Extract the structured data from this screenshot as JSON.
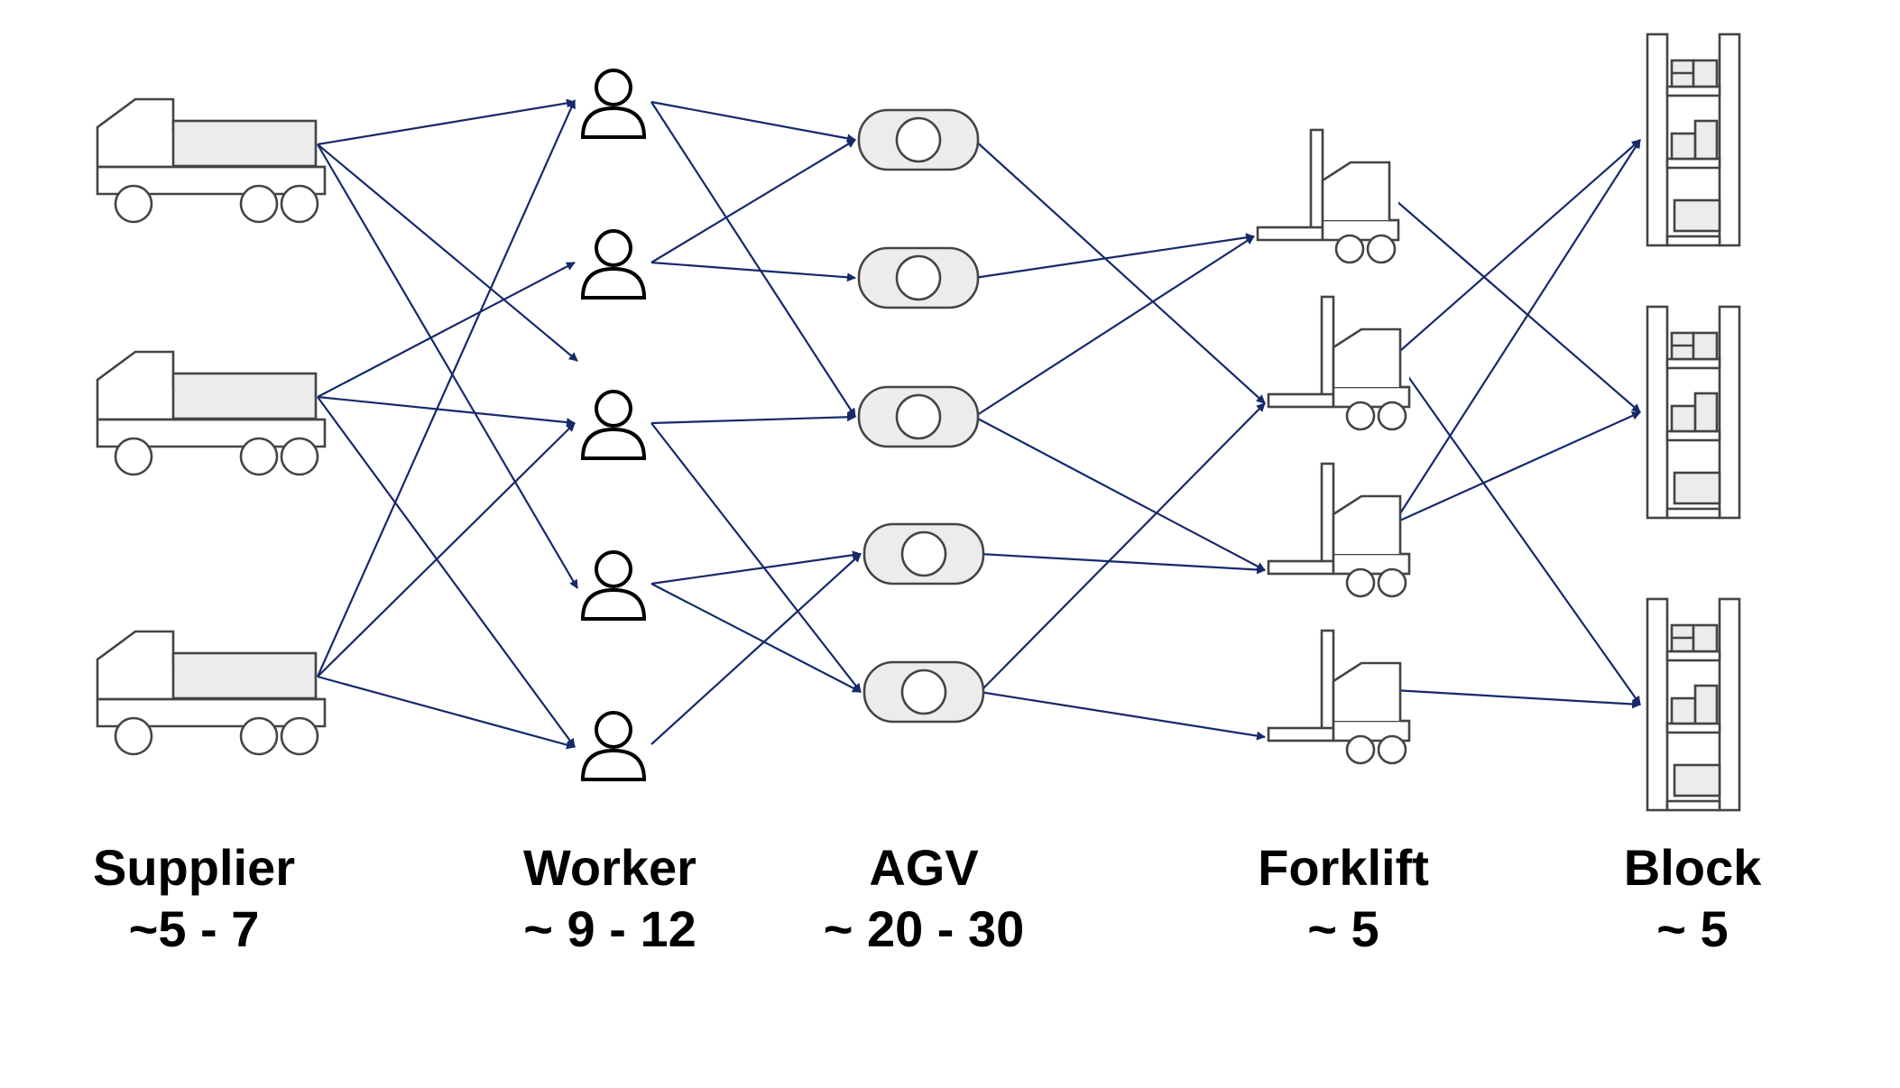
{
  "colors": {
    "edge": "#16296b",
    "outline": "#444444",
    "fill": "#ececec"
  },
  "icons": {
    "Supplier": "truck-icon",
    "Worker": "person-icon",
    "AGV": "agv-icon",
    "Forklift": "forklift-icon",
    "Block": "shelf-icon"
  },
  "columns": [
    {
      "id": "Supplier",
      "label": "Supplier",
      "count": "~5 - 7",
      "nodes": 3
    },
    {
      "id": "Worker",
      "label": "Worker",
      "count": "~ 9 - 12",
      "nodes": 5
    },
    {
      "id": "AGV",
      "label": "AGV",
      "count": "~ 20 - 30",
      "nodes": 5
    },
    {
      "id": "Forklift",
      "label": "Forklift",
      "count": "~ 5",
      "nodes": 4
    },
    {
      "id": "Block",
      "label": "Block",
      "count": "~ 5",
      "nodes": 3
    }
  ],
  "edges": [
    [
      "Supplier.0",
      "Worker.0"
    ],
    [
      "Supplier.0",
      "Worker.2"
    ],
    [
      "Supplier.0",
      "Worker.3"
    ],
    [
      "Supplier.1",
      "Worker.1"
    ],
    [
      "Supplier.1",
      "Worker.2"
    ],
    [
      "Supplier.1",
      "Worker.4"
    ],
    [
      "Supplier.2",
      "Worker.0"
    ],
    [
      "Supplier.2",
      "Worker.2"
    ],
    [
      "Supplier.2",
      "Worker.4"
    ],
    [
      "Worker.0",
      "AGV.0"
    ],
    [
      "Worker.0",
      "AGV.2"
    ],
    [
      "Worker.1",
      "AGV.0"
    ],
    [
      "Worker.1",
      "AGV.1"
    ],
    [
      "Worker.2",
      "AGV.2"
    ],
    [
      "Worker.2",
      "AGV.4"
    ],
    [
      "Worker.3",
      "AGV.3"
    ],
    [
      "Worker.3",
      "AGV.4"
    ],
    [
      "Worker.4",
      "AGV.3"
    ],
    [
      "AGV.0",
      "Forklift.1"
    ],
    [
      "AGV.1",
      "Forklift.0"
    ],
    [
      "AGV.2",
      "Forklift.0"
    ],
    [
      "AGV.2",
      "Forklift.2"
    ],
    [
      "AGV.3",
      "Forklift.2"
    ],
    [
      "AGV.4",
      "Forklift.1"
    ],
    [
      "AGV.4",
      "Forklift.3"
    ],
    [
      "Forklift.0",
      "Block.1"
    ],
    [
      "Forklift.1",
      "Block.0"
    ],
    [
      "Forklift.1",
      "Block.2"
    ],
    [
      "Forklift.2",
      "Block.0"
    ],
    [
      "Forklift.2",
      "Block.1"
    ],
    [
      "Forklift.3",
      "Block.2"
    ]
  ]
}
